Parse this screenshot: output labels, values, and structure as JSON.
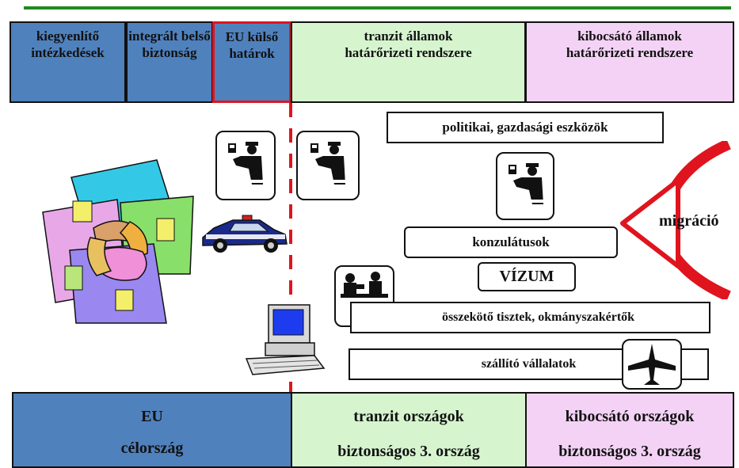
{
  "header": {
    "cells": [
      {
        "text": "kiegyenlítő intézkedések"
      },
      {
        "text": "integrált belső biztonság"
      },
      {
        "text": "EU külső határok"
      },
      {
        "text": "tranzit államok határőrizeti rendszere"
      },
      {
        "text": "kibocsátó államok határőrizeti rendszere"
      }
    ]
  },
  "measures": {
    "political": "politikai, gazdasági eszközök",
    "consulates": "konzulátusok",
    "visa": "VÍZUM",
    "liaison": "összekötő tisztek, okmányszakértők",
    "carriers": "szállító vállalatok"
  },
  "migration_label": "migráció",
  "footer": {
    "eu_line1": "EU",
    "eu_line2": "célország",
    "transit_line1": "tranzit országok",
    "transit_line2": "biztonságos 3. ország",
    "origin_line1": "kibocsátó országok",
    "origin_line2": "biztonságos 3. ország"
  },
  "colors": {
    "eu_blue": "#4f81bd",
    "transit_green": "#d6f5cf",
    "origin_pink": "#f4d2f6",
    "border_red": "#e0141e",
    "top_line_green": "#1f8a1f"
  },
  "icons": [
    "border-guard-icon",
    "police-car-icon",
    "customs-desk-icon",
    "computer-icon",
    "airplane-icon",
    "cooperation-hands-icon"
  ]
}
